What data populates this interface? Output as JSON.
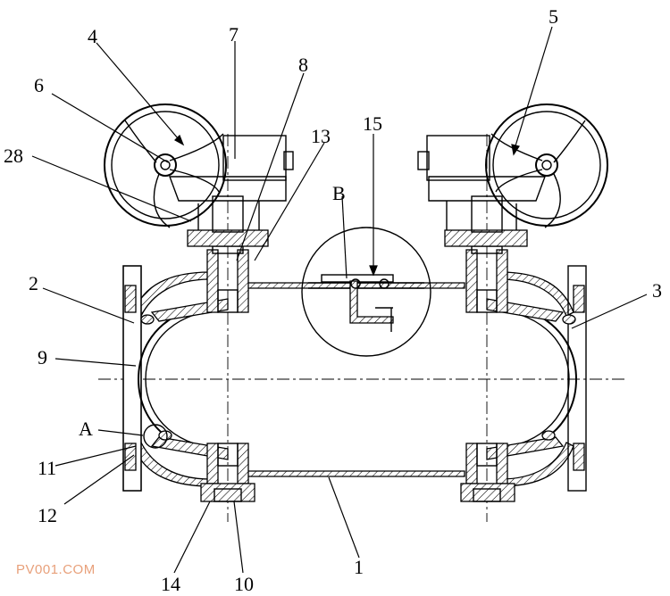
{
  "labels": {
    "l1": "1",
    "l2": "2",
    "l3": "3",
    "l4": "4",
    "l5": "5",
    "l6": "6",
    "l7": "7",
    "l8": "8",
    "l9": "9",
    "l10": "10",
    "l11": "11",
    "l12": "12",
    "l13": "13",
    "l14": "14",
    "l15": "15",
    "l28": "28",
    "detailA": "A",
    "detailB": "B"
  },
  "watermark": "PV001.COM"
}
